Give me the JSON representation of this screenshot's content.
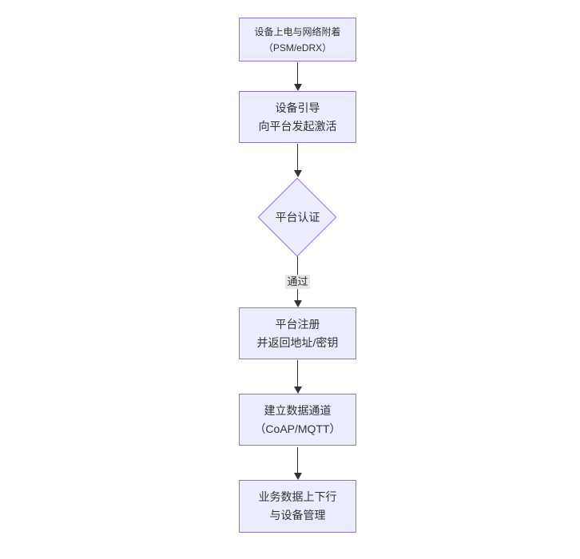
{
  "diagram": {
    "type": "flowchart",
    "direction": "top-down",
    "background": "#ffffff"
  },
  "nodes": {
    "power": {
      "shape": "rect",
      "line1": "设备上电与网络附着",
      "line2": "（PSM/eDRX）"
    },
    "boot": {
      "shape": "rect",
      "line1": "设备引导",
      "line2": "向平台发起激活"
    },
    "auth": {
      "shape": "diamond",
      "label": "平台认证"
    },
    "register": {
      "shape": "rect",
      "line1": "平台注册",
      "line2": "并返回地址/密钥"
    },
    "channel": {
      "shape": "rect",
      "line1": "建立数据通道",
      "line2": "（CoAP/MQTT）"
    },
    "business": {
      "shape": "rect",
      "line1": "业务数据上下行",
      "line2": "与设备管理"
    }
  },
  "edges": {
    "pass_label": "通过",
    "list": [
      {
        "from": "power",
        "to": "boot",
        "label": ""
      },
      {
        "from": "boot",
        "to": "auth",
        "label": ""
      },
      {
        "from": "auth",
        "to": "register",
        "label": "通过"
      },
      {
        "from": "register",
        "to": "channel",
        "label": ""
      },
      {
        "from": "channel",
        "to": "business",
        "label": ""
      }
    ]
  },
  "colors": {
    "node_fill": "#ECECFF",
    "node_border": "#9370DB",
    "edge_line": "#333333",
    "edge_label_bg": "#e8e8e8",
    "text": "#333333",
    "background": "#ffffff"
  }
}
